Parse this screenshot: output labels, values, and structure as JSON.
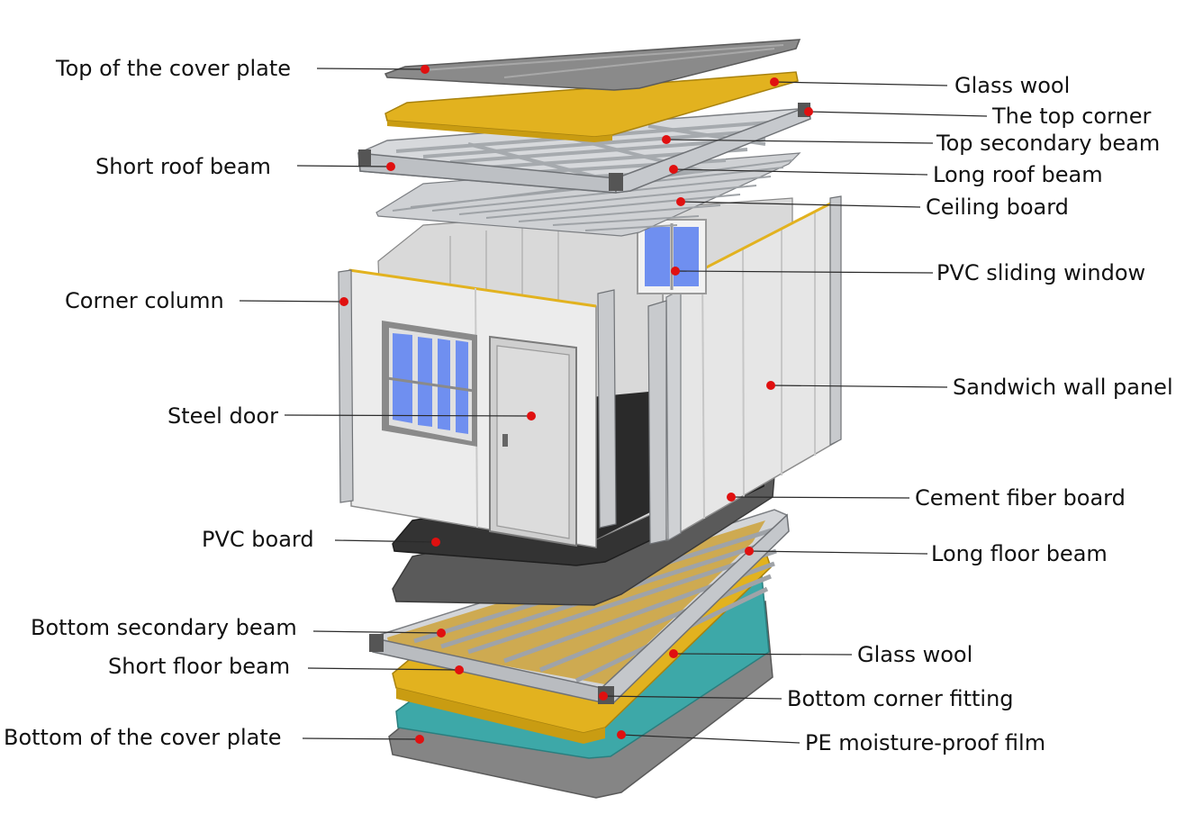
{
  "title": "Container house exploded view",
  "colors": {
    "cover_gray": "#8a8a8a",
    "glass_wool": "#e2b21f",
    "steel_frame": "#c7c9cc",
    "wall_panel": "#e8e8e8",
    "pvc_board": "#3a3a3a",
    "cement_board": "#575757",
    "pe_film": "#3da8a8",
    "window_glass": "#6f8ff0",
    "marker": "#e01010"
  },
  "labels_left": [
    {
      "text": "Top of the cover plate"
    },
    {
      "text": "Short roof beam"
    },
    {
      "text": "Corner column"
    },
    {
      "text": "Steel door"
    },
    {
      "text": "PVC board"
    },
    {
      "text": "Bottom secondary beam"
    },
    {
      "text": "Short floor beam"
    },
    {
      "text": "Bottom of the cover plate"
    }
  ],
  "labels_right": [
    {
      "text": "Glass wool"
    },
    {
      "text": "The top corner"
    },
    {
      "text": "Top secondary beam"
    },
    {
      "text": "Long roof beam"
    },
    {
      "text": "Ceiling board"
    },
    {
      "text": "PVC sliding window"
    },
    {
      "text": "Sandwich wall panel"
    },
    {
      "text": "Cement fiber board"
    },
    {
      "text": "Long floor beam"
    },
    {
      "text": "Glass wool"
    },
    {
      "text": "Bottom corner fitting"
    },
    {
      "text": "PE moisture-proof film"
    }
  ]
}
